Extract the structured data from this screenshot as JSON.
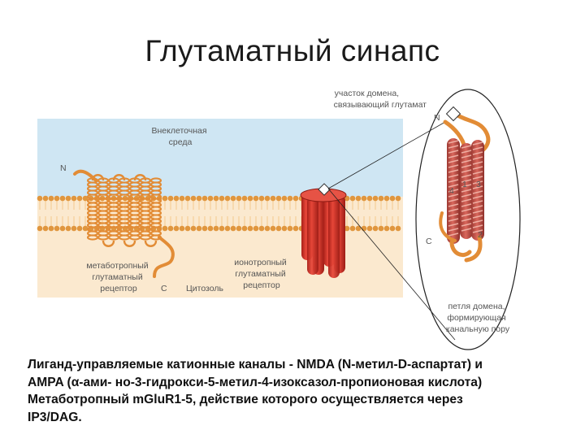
{
  "slide": {
    "title": "Глутаматный синапс"
  },
  "diagram": {
    "extracellular_label": [
      "Внеклеточная",
      "среда"
    ],
    "n_terminal_left": "N",
    "metabotropic_label": [
      "метаботропный",
      "глутаматный",
      "рецептор"
    ],
    "c_terminal_left": "C",
    "cytosol_label": "Цитозоль",
    "ionotropic_label": [
      "ионотропный",
      "глутаматный",
      "рецептор"
    ],
    "binding_domain_label": [
      "участок домена,",
      "связывающий глутамат"
    ],
    "n_terminal_right": "N",
    "c_terminal_right": "C",
    "pore_loop_label": [
      "петля домена,",
      "формирующая",
      "канальную пору"
    ],
    "segment_numbers": [
      "1",
      "3",
      "4",
      "2"
    ]
  },
  "caption": {
    "lines": [
      "Лиганд-управляемые катионные каналы - NMDA (N-метил-D-аспартат) и",
      "AMPA (α-ами- но-3-гидрокси-5-метил-4-изоксазол-пропионовая кислота)",
      "Метаботропный mGluR1-5, действие которого осуществляется через",
      "IP3/DAG."
    ]
  },
  "colors": {
    "extracellular": "#cfe6f3",
    "cytosol": "#fbe9cf",
    "membrane_head": "#e0963e",
    "membrane_tail": "#f6d2a0",
    "metabotropic_helix": "#e28c36",
    "ionotropic_channel": "#d83a2c",
    "domain_helix": "#c9524a"
  }
}
